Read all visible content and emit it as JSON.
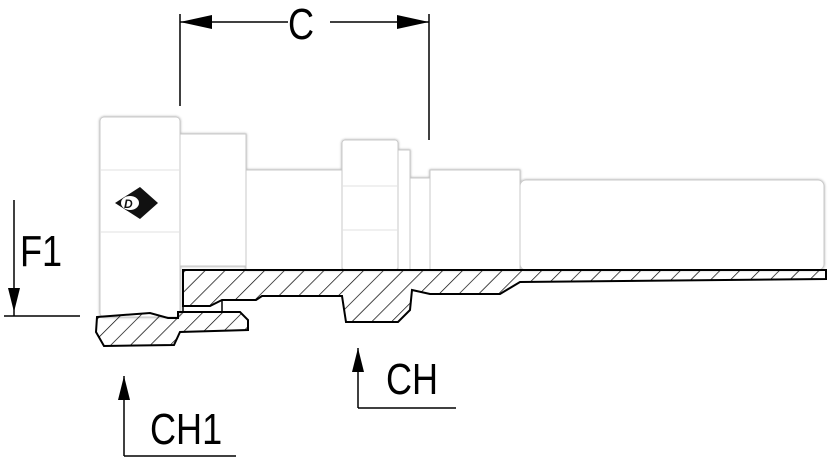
{
  "dimensions": {
    "c_label": "C",
    "f1_label": "F1",
    "ch_label": "CH",
    "ch1_label": "CH1"
  },
  "logo": {
    "letter": "D"
  },
  "colors": {
    "line": "#000000",
    "body_fill": "#ffffff",
    "logo_dark": "#111111"
  }
}
